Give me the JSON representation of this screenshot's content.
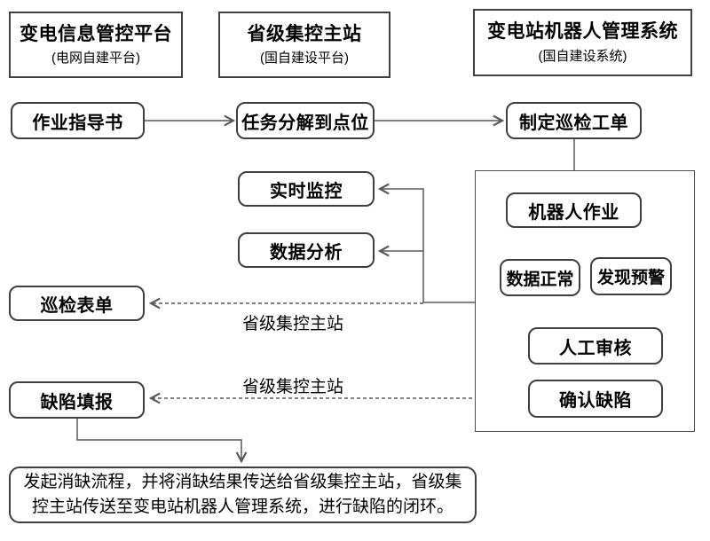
{
  "headers": [
    {
      "title": "变电信息管控平台",
      "subtitle": "(电网自建平台)"
    },
    {
      "title": "省级集控主站",
      "subtitle": "(国自建设平台)"
    },
    {
      "title": "变电站机器人管理系统",
      "subtitle": "(国自建设系统)"
    }
  ],
  "nodes": {
    "work_guide": "作业指导书",
    "task_decompose": "任务分解到点位",
    "create_work_order": "制定巡检工单",
    "realtime_monitor": "实时监控",
    "data_analysis": "数据分析",
    "inspection_form": "巡检表单",
    "defect_report": "缺陷填报",
    "robot_operation": "机器人作业",
    "data_normal": "数据正常",
    "alert_found": "发现预警",
    "manual_review": "人工审核",
    "confirm_defect": "确认缺陷"
  },
  "edge_labels": {
    "to_inspection_form": "省级集控主站",
    "to_defect_report": "省级集控主站"
  },
  "footer_lines": [
    "发起消缺流程，并将消缺结果传送给省级集控主站，省级集",
    "控主站传送至变电站机器人管理系统，进行缺陷的闭环。"
  ],
  "colors": {
    "box_border": "#3f3f3f",
    "container_border": "#4d4d4d",
    "line": "#595959",
    "text": "#000000",
    "background": "#ffffff"
  }
}
